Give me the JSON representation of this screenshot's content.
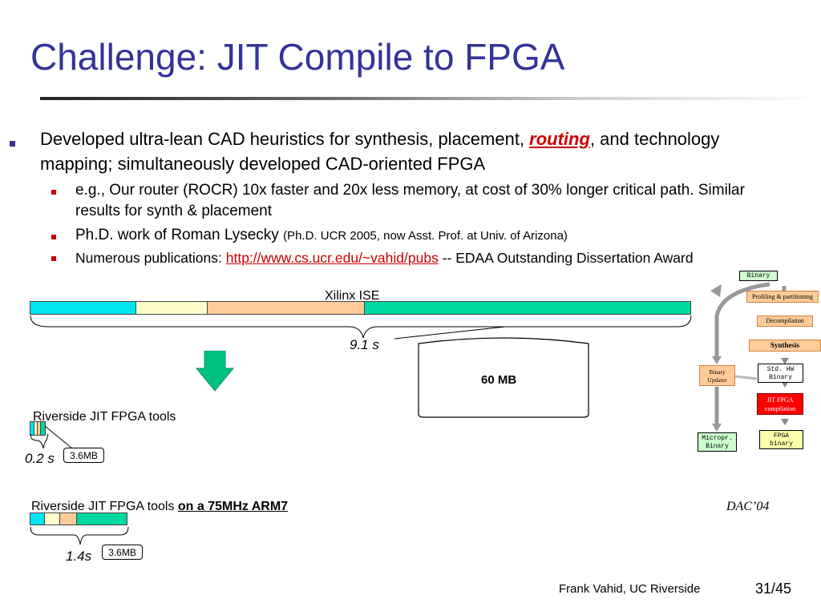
{
  "title": "Challenge: JIT Compile to FPGA",
  "bullets": {
    "main_a": "Developed ultra-lean CAD heuristics for synthesis, placement, ",
    "main_em": "routing",
    "main_b": ", and technology mapping; simultaneously developed CAD-oriented FPGA",
    "sub1": "e.g., Our router (ROCR) 10x faster and 20x less memory, at cost of 30% longer critical path. Similar results for synth & placement",
    "sub2": "Ph.D. work of Roman Lysecky ",
    "sub2_small": "(Ph.D. UCR 2005, now Asst. Prof. at Univ. of Arizona)",
    "sub3_a": "Numerous publications: ",
    "sub3_link": "http://www.cs.ucr.edu/~vahid/pubs",
    "sub3_b": " -- EDAA Outstanding Dissertation Award"
  },
  "figure": {
    "xilinx_label": "Xilinx ISE",
    "xilinx_time": "9.1 s",
    "xilinx_mem": "60 MB",
    "riverside_label": "Riverside JIT FPGA tools",
    "riverside_time": "0.2 s",
    "riverside_mem": "3.6MB",
    "arm_label_a": "Riverside JIT FPGA tools ",
    "arm_label_b": "on a 75MHz ARM7",
    "arm_time": "1.4s",
    "arm_mem": "3.6MB",
    "dac": "DAC’04"
  },
  "diagram": {
    "binary": "Binary",
    "profiling": "Profiling & partitioning",
    "decompilation": "Decompilation",
    "synthesis": "Synthesis",
    "std_hw_1": "Std. HW",
    "std_hw_2": "Binary",
    "jit_1": "JIT FPGA",
    "jit_2": "compilation",
    "fpga_1": "FPGA",
    "fpga_2": "binary",
    "updater_1": "Binary",
    "updater_2": "Updater",
    "micro_1": "Micropr.",
    "micro_2": "Binary"
  },
  "colors": {
    "cyan": "#00e5ee",
    "cream": "#ffffcc",
    "peach": "#ffcc99",
    "green": "#00d9a0",
    "title": "#333399",
    "red": "#cc0000"
  },
  "footer": {
    "author": "Frank Vahid, UC Riverside",
    "page": "31/45"
  }
}
